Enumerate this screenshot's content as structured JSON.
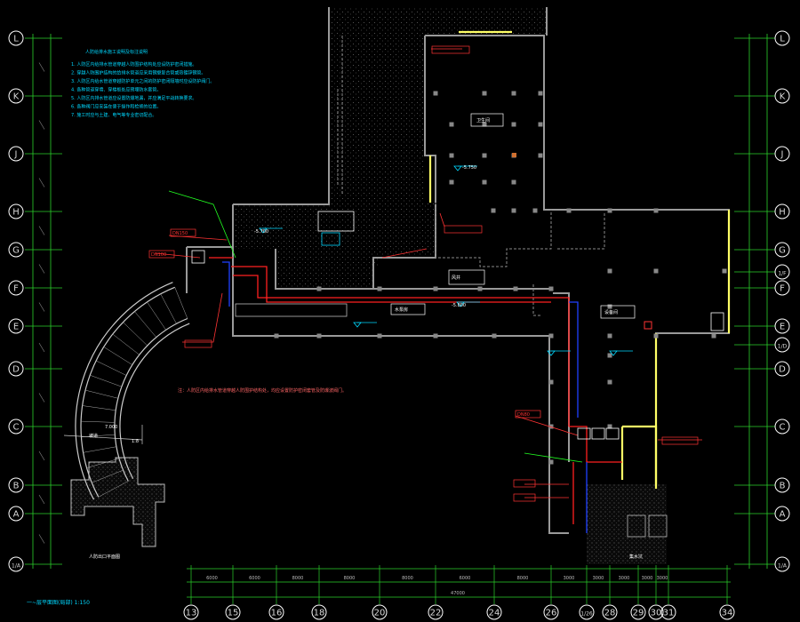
{
  "drawing": {
    "title": "一~层平面图(局部)  1:150",
    "colors": {
      "background": "#000000",
      "wall": "#9a9a9a",
      "grid": "#2bd12b",
      "bubble": "#ffffff",
      "note": "#00d8ff",
      "pipe_red": "#ff2020",
      "pipe_blue": "#2040ff",
      "yellow": "#ffff66",
      "label_red": "#ff3333",
      "green": "#22ff22"
    },
    "row_axes": [
      "L",
      "K",
      "J",
      "H",
      "G",
      "F",
      "E",
      "D",
      "C",
      "B",
      "A",
      "1/A"
    ],
    "column_axes": [
      "13",
      "15",
      "16",
      "18",
      "20",
      "22",
      "24",
      "26",
      "1/26",
      "28",
      "29",
      "30",
      "31",
      "34"
    ],
    "right_row_axes": [
      "L",
      "K",
      "J",
      "H",
      "G",
      "1/F",
      "F",
      "E",
      "1/D",
      "D",
      "C",
      "B",
      "A",
      "1/A"
    ],
    "notes_title": "人防给排水施工说明及标注说明",
    "notes": [
      "1. 人防区内给排水管道穿越人防围护结构处应设防护密闭措施。",
      "2. 穿越人防围护结构的给排水管道应采用钢塑复合管或热镀锌钢管。",
      "3. 人防区内给水管道穿越防护单元之间的防护密闭隔墙时应设防护阀门。",
      "4. 各种管道穿墙、穿楼板处应预埋防水套管。",
      "5. 人防区内排水管道应设置防爆地漏，并应满足平战转换要求。",
      "6. 各种阀门应安装在便于操作和检修的位置。",
      "7. 施工时应与土建、电气等专业密切配合。"
    ],
    "labels": {
      "ramp": "坡道",
      "ramp_slope": "1:8",
      "ramp_width": "7.000",
      "plan_name": "人防出口平面图",
      "level_1": "-5.700",
      "level_2": "-5.750",
      "level_3": "-5.800",
      "pump_room": "水泵房",
      "shaft": "风井",
      "equipment": "设备间",
      "toilet": "卫生间",
      "tank": "集水坑",
      "fire_pipe": "DN150",
      "water_pipe": "DN100",
      "drain_pipe": "DN80",
      "note_line": "注：人防区内给排水管道穿越人防围护结构处，均应设置防护密闭套管及防爆波阀门。"
    },
    "dims": [
      "6000",
      "6000",
      "8000",
      "8000",
      "8000",
      "6000",
      "8000",
      "3000",
      "3000",
      "3000",
      "3000",
      "3000"
    ],
    "total_dim": "47000"
  }
}
